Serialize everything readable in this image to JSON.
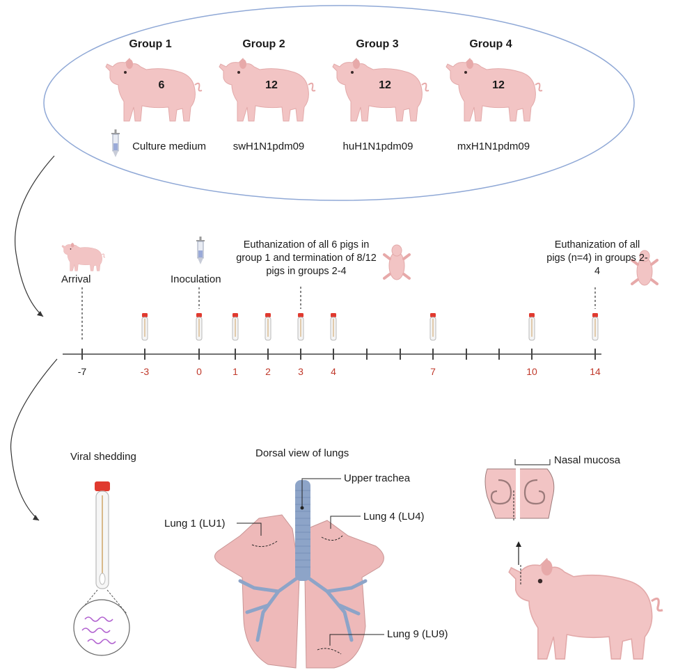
{
  "groups": [
    {
      "label": "Group 1",
      "count": "6",
      "treatment": "Culture medium"
    },
    {
      "label": "Group 2",
      "count": "12",
      "treatment": "swH1N1pdm09"
    },
    {
      "label": "Group 3",
      "count": "12",
      "treatment": "huH1N1pdm09"
    },
    {
      "label": "Group 4",
      "count": "12",
      "treatment": "mxH1N1pdm09"
    }
  ],
  "timeline": {
    "days": [
      "-7",
      "-3",
      "0",
      "1",
      "2",
      "3",
      "4",
      "7",
      "10",
      "14"
    ],
    "events": {
      "arrival": "Arrival",
      "inoculation": "Inoculation",
      "first_euthanasia": "Euthanization of all 6 pigs in group 1 and termination of 8/12 pigs in groups 2-4",
      "final_euthanasia": "Euthanization of all pigs (n=4) in groups 2-4"
    }
  },
  "sampling": {
    "viral_shedding": "Viral shedding",
    "lungs_title": "Dorsal view of lungs",
    "upper_trachea": "Upper trachea",
    "lung1": "Lung 1 (LU1)",
    "lung4": "Lung 4 (LU4)",
    "lung9": "Lung 9 (LU9)",
    "nasal_mucosa": "Nasal mucosa"
  },
  "colors": {
    "ellipse": "#8fa8d6",
    "pig": "#f2c4c4",
    "pig_dark": "#e7a9a9",
    "tube_cap": "#e03a2f",
    "day_red": "#c0392b",
    "lung": "#eeb9b9",
    "trachea": "#8da4c8"
  }
}
